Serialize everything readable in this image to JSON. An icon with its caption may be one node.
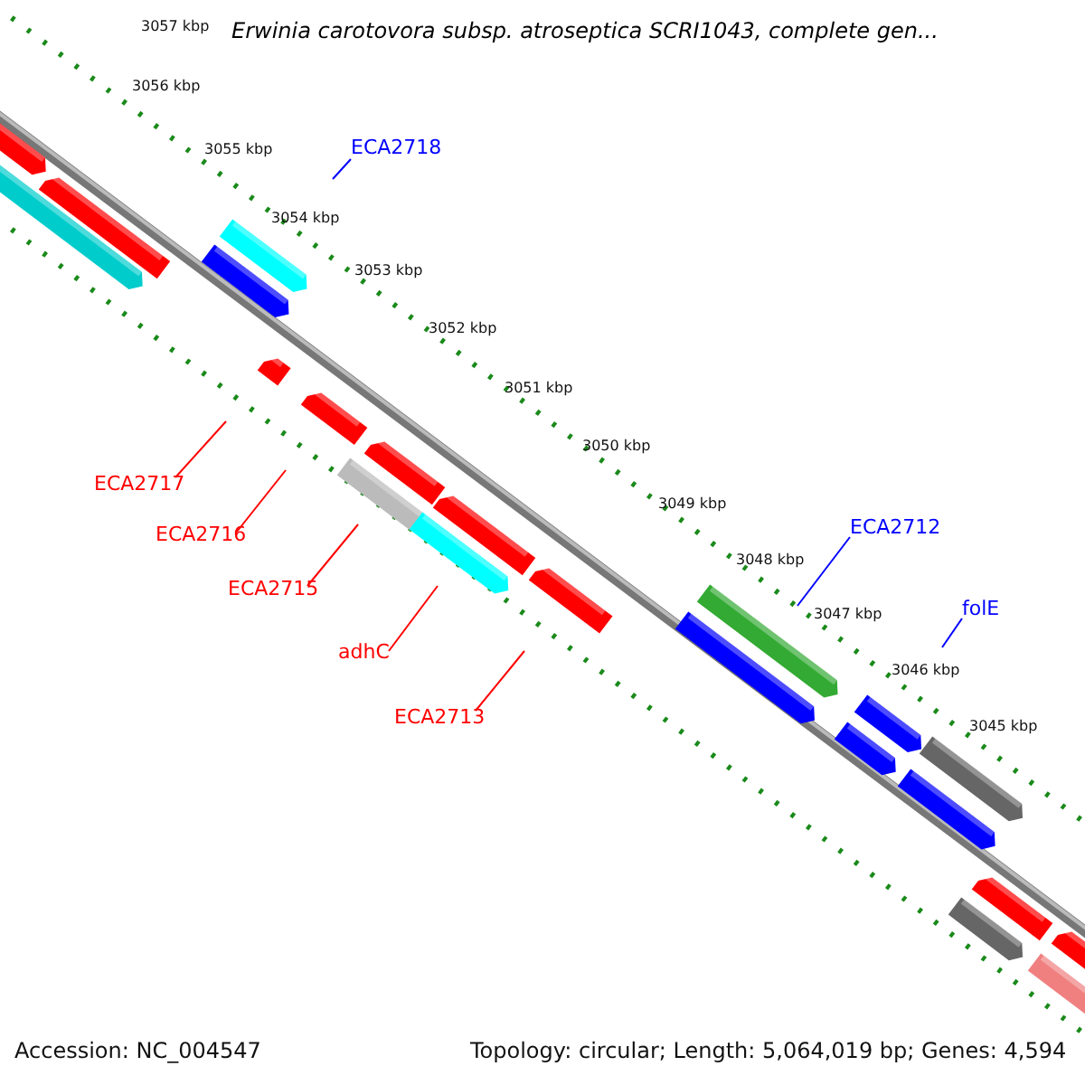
{
  "diagram": {
    "title": "Erwinia carotovora subsp. atroseptica SCRI1043, complete gen...",
    "nodes": [
      {
        "text": [
          "ECA2718"
        ]
      },
      {
        "text": [
          "ECA2717"
        ]
      },
      {
        "text": [
          "ECA2716"
        ]
      },
      {
        "text": [
          "ECA2715"
        ]
      },
      {
        "text": [
          "adhC"
        ]
      },
      {
        "text": [
          "ECA2713"
        ]
      },
      {
        "text": [
          "ECA2712"
        ]
      },
      {
        "text": [
          "folE"
        ]
      }
    ],
    "edges": [
      {
        "from": 0,
        "to": null,
        "arrow": "none",
        "color": "#0000ff"
      },
      {
        "from": 1,
        "to": null,
        "arrow": "none"
      },
      {
        "from": 2,
        "to": null,
        "arrow": "none"
      },
      {
        "from": 3,
        "to": null,
        "arrow": "none"
      },
      {
        "from": 4,
        "to": null,
        "arrow": "none"
      },
      {
        "from": 5,
        "to": null,
        "arrow": "none"
      },
      {
        "from": 6,
        "to": null,
        "arrow": "none",
        "color": "#0000ff"
      },
      {
        "from": 7,
        "to": null,
        "arrow": "none",
        "color": "#0000ff"
      }
    ],
    "labels": [
      "3057 kbp",
      "3056 kbp",
      "3055 kbp",
      "3054 kbp",
      "3053 kbp",
      "3052 kbp",
      "3051 kbp",
      "3050 kbp",
      "3049 kbp",
      "3048 kbp",
      "3047 kbp",
      "3046 kbp",
      "3045 kbp",
      "Accession: NC_004547",
      "Topology: circular; Length: 5,064,019 bp; Genes: 4,594"
    ]
  }
}
